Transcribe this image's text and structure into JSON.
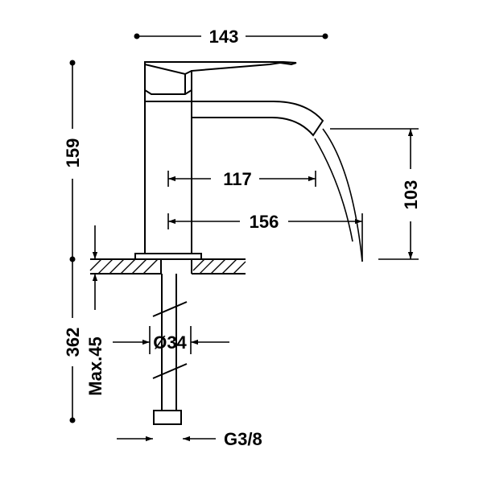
{
  "dimensions": {
    "overall_width": "143",
    "total_height": "159",
    "spout_reach": "117",
    "jet_reach": "156",
    "spout_height": "103",
    "total_height_with_hose": "362",
    "max_deck_thickness": "Max.45",
    "hole_diameter": "Ø34",
    "connection_thread": "G3/8"
  },
  "colors": {
    "ink": "#000000",
    "background": "#ffffff"
  }
}
